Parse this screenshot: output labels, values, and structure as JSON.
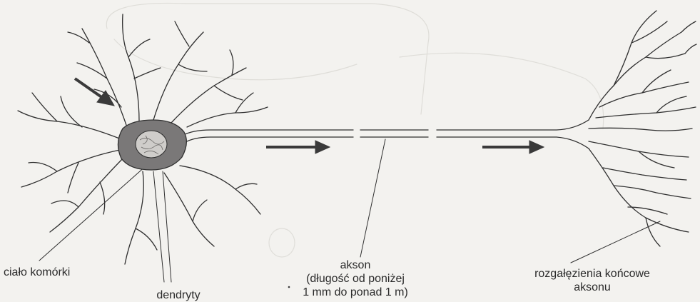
{
  "labels": {
    "cell_body": "ciało komórki",
    "dendrites": "dendryty",
    "axon_title": "akson",
    "axon_length_line1": "(długość od poniżej",
    "axon_length_line2": "1 mm do ponad 1 m)",
    "terminals_line1": "rozgałęzienia końcowe",
    "terminals_line2": "aksonu"
  },
  "colors": {
    "ink": "#2f2f2f",
    "cell_body_fill": "#7a7878",
    "nucleus_fill": "#cfcdca",
    "arrow": "#3a3a3a",
    "background": "#f3f2ef"
  },
  "icons": [
    "arrow-into-cell-body",
    "axon-direction-arrow-1",
    "axon-direction-arrow-2"
  ]
}
